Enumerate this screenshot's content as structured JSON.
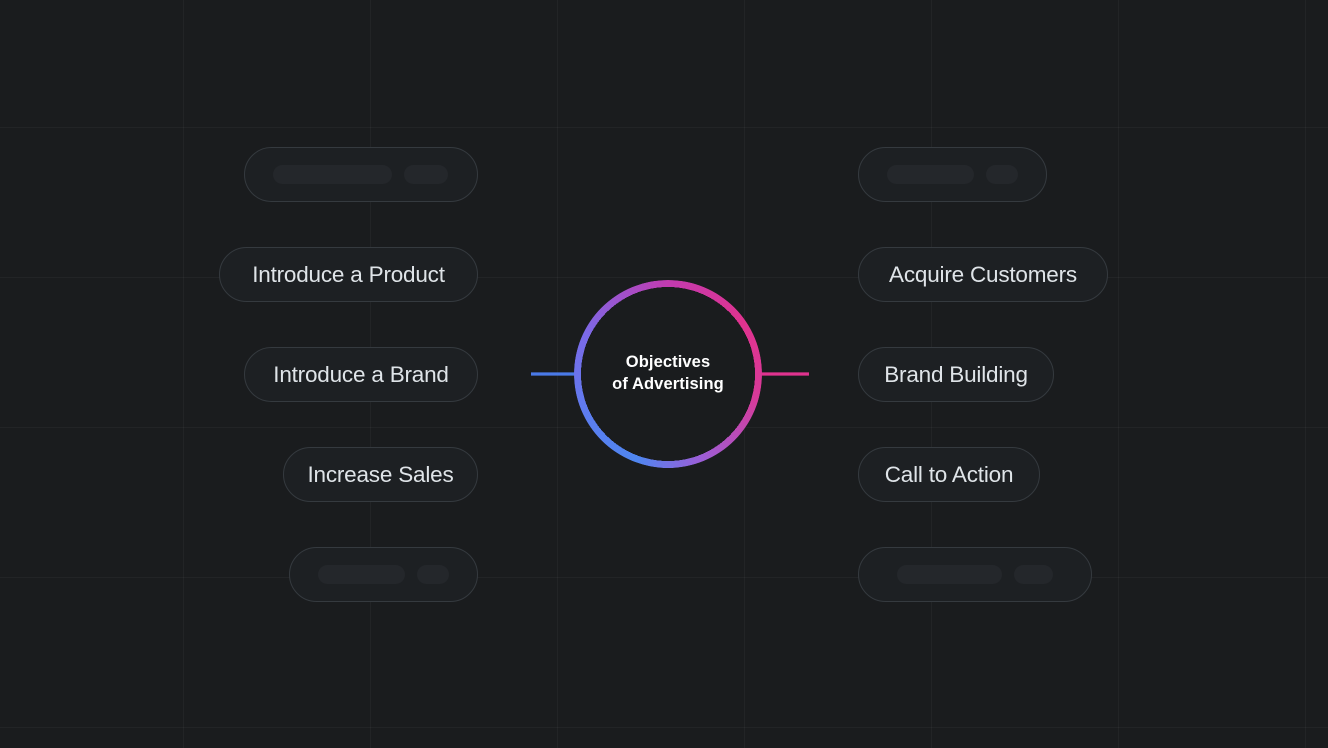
{
  "canvas": {
    "background_color": "#1a1c1e",
    "grid_color": "rgba(255,255,255,0.035)"
  },
  "hub": {
    "name": "central-topic",
    "label": "Objectives\nof Advertising",
    "gradient_from": "#4f86f0",
    "gradient_to": "#e0338f",
    "text_color": "#ffffff"
  },
  "branches": {
    "left": {
      "connector_color_from": "#3f5fc4",
      "connector_color_to": "#5b7ef0",
      "nodes": [
        {
          "label": "",
          "state": "placeholder",
          "bars": [
            "long",
            "short"
          ]
        },
        {
          "label": "Introduce a Product",
          "state": "filled"
        },
        {
          "label": "Introduce a Brand",
          "state": "filled"
        },
        {
          "label": "Increase Sales",
          "state": "filled"
        },
        {
          "label": "",
          "state": "placeholder",
          "bars": [
            "long",
            "short"
          ]
        }
      ]
    },
    "right": {
      "connector_color_from": "#8e2c80",
      "connector_color_to": "#e0338f",
      "nodes": [
        {
          "label": "",
          "state": "placeholder",
          "bars": [
            "long",
            "short"
          ]
        },
        {
          "label": "Acquire Customers",
          "state": "filled"
        },
        {
          "label": "Brand Building",
          "state": "filled"
        },
        {
          "label": "Call to Action",
          "state": "filled"
        },
        {
          "label": "",
          "state": "placeholder",
          "bars": [
            "long",
            "short"
          ]
        }
      ]
    }
  }
}
